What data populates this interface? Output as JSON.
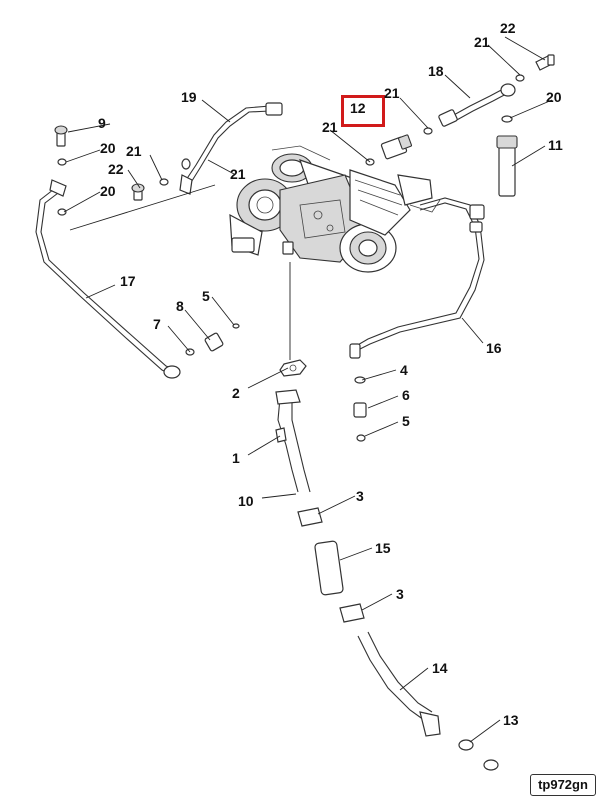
{
  "diagram": {
    "highlight_color": "#d11a1a",
    "highlighted_label": "12",
    "reference_code": "tp972gn",
    "callouts": {
      "c1": "1",
      "c2": "2",
      "c3a": "3",
      "c3b": "3",
      "c4": "4",
      "c5a": "5",
      "c5b": "5",
      "c6": "6",
      "c7": "7",
      "c8": "8",
      "c9": "9",
      "c10": "10",
      "c11": "11",
      "c12": "12",
      "c13": "13",
      "c14": "14",
      "c15": "15",
      "c16": "16",
      "c17": "17",
      "c18": "18",
      "c19": "19",
      "c20a": "20",
      "c20b": "20",
      "c20c": "20",
      "c21a": "21",
      "c21b": "21",
      "c21c": "21",
      "c21d": "21",
      "c21e": "21",
      "c22a": "22",
      "c22b": "22"
    }
  }
}
